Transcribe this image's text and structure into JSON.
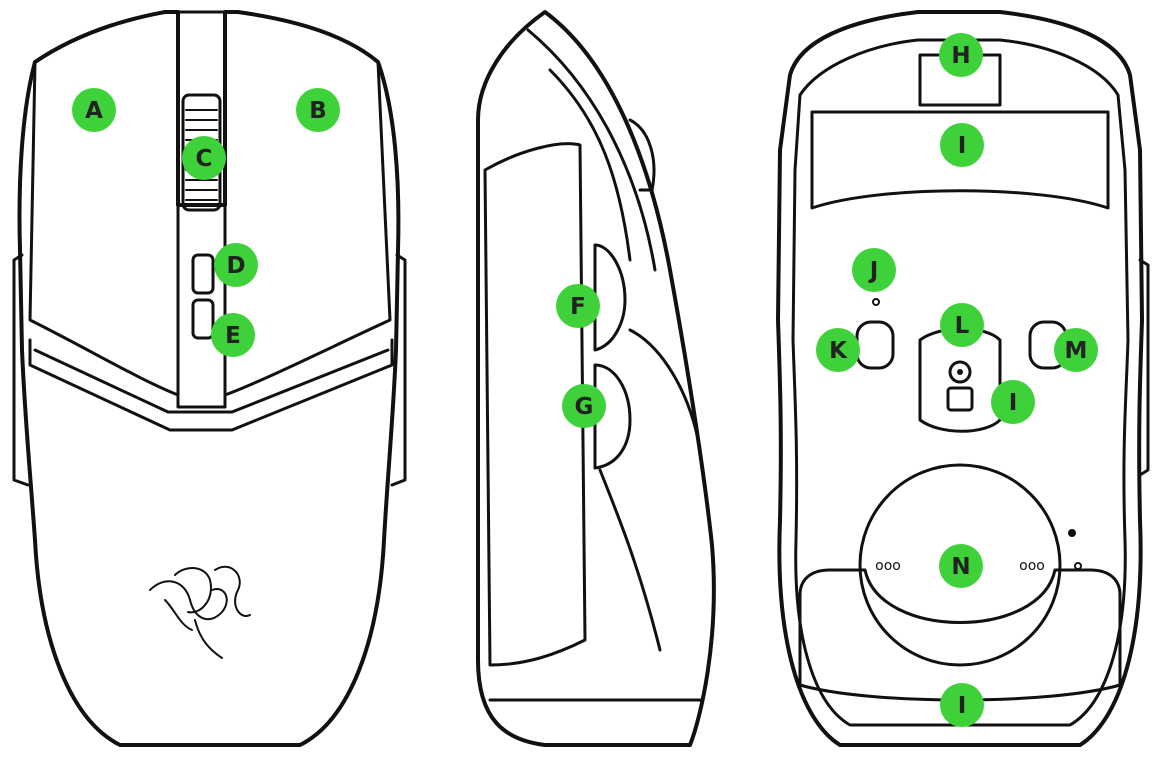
{
  "colors": {
    "callout": "#3ed13a",
    "line": "#111111",
    "background": "#ffffff"
  },
  "views": [
    {
      "name": "top-view",
      "callouts": [
        {
          "label": "A"
        },
        {
          "label": "B"
        },
        {
          "label": "C"
        },
        {
          "label": "D"
        },
        {
          "label": "E"
        }
      ]
    },
    {
      "name": "side-view",
      "callouts": [
        {
          "label": "F"
        },
        {
          "label": "G"
        }
      ]
    },
    {
      "name": "bottom-view",
      "callouts": [
        {
          "label": "H"
        },
        {
          "label": "I"
        },
        {
          "label": "J"
        },
        {
          "label": "K"
        },
        {
          "label": "L"
        },
        {
          "label": "M"
        },
        {
          "label": "I"
        },
        {
          "label": "N"
        },
        {
          "label": "I"
        }
      ],
      "indicators": {
        "left": "ooo",
        "right": "ooo"
      }
    }
  ]
}
